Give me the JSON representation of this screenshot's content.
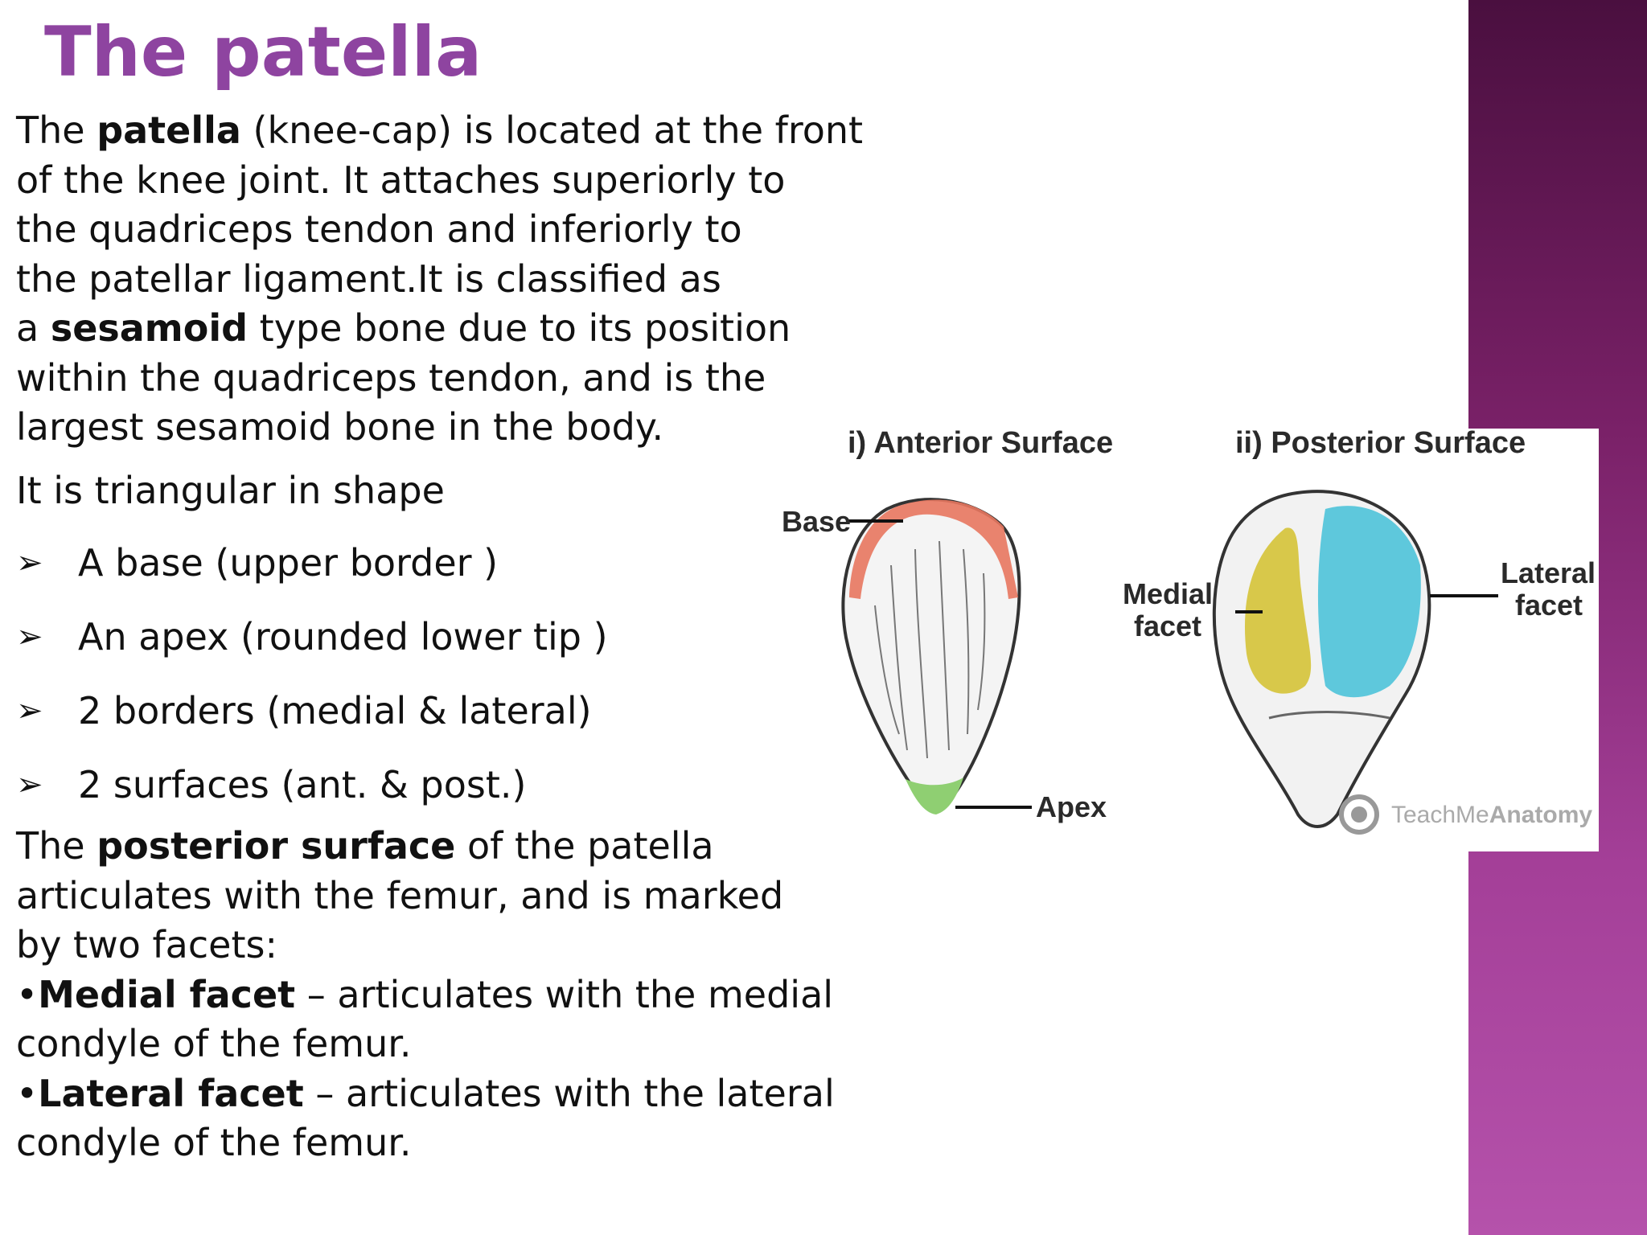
{
  "slide": {
    "title": "The patella",
    "intro": {
      "p1": "The ",
      "b1": "patella",
      "p2": " (knee-cap) is located at the front\nof the knee joint. It attaches superiorly to\nthe quadriceps tendon and inferiorly to\nthe patellar ligament.It is classified as\na ",
      "b2": "sesamoid",
      "p3": " type bone due to its position\nwithin the quadriceps tendon, and is the\nlargest sesamoid bone in the body."
    },
    "shape_line": "It is triangular in shape",
    "bullet_marker": "➢",
    "bullets": [
      "A  base (upper border )",
      "An apex (rounded lower tip )",
      "2 borders (medial & lateral)",
      "2 surfaces (ant. & post.)"
    ],
    "posterior": {
      "p1": "The ",
      "b1": "posterior surface",
      "p2": " of the patella\narticulates with the femur, and is marked\nby two facets:\n•",
      "b2": "Medial facet",
      "p3": " – articulates with the medial\ncondyle of the femur.\n•",
      "b3": "Lateral facet",
      "p4": " – articulates with the lateral\ncondyle of the femur."
    }
  },
  "figure": {
    "anterior_title": "i) Anterior Surface",
    "posterior_title": "ii) Posterior Surface",
    "label_base": "Base",
    "label_apex": "Apex",
    "label_medial_1": "Medial",
    "label_medial_2": "facet",
    "label_lateral_1": "Lateral",
    "label_lateral_2": "facet",
    "watermark_plain": "TeachMe",
    "watermark_bold": "Anatomy",
    "colors": {
      "base": "#e8775f",
      "apex": "#8fcf72",
      "medial_facet": "#d8c84a",
      "lateral_facet": "#5ec8dc"
    }
  },
  "theme": {
    "title_color": "#8e44a0",
    "band_color": "#9c3a90"
  }
}
